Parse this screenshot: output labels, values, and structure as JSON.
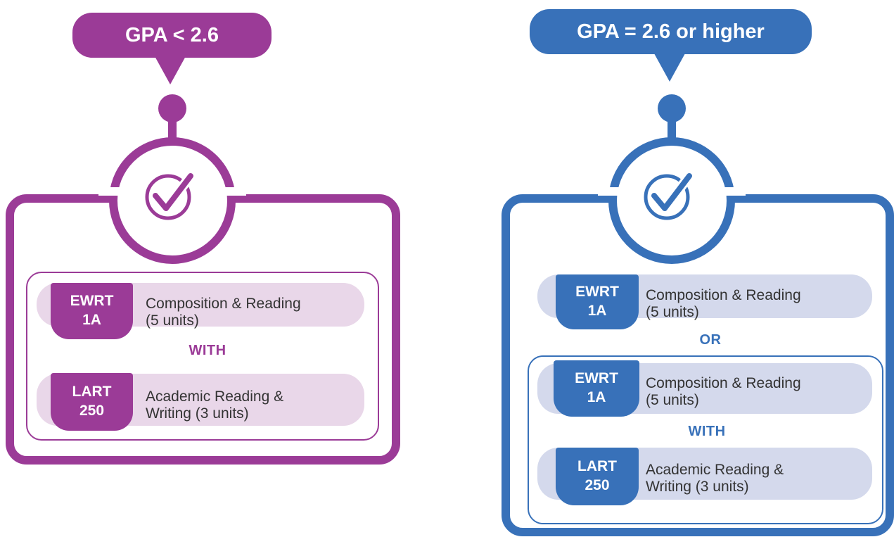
{
  "colors": {
    "purple": "#9B3B97",
    "blue": "#3871B9",
    "purple_light": "#E9D7E9",
    "blue_light": "#D4D9EC"
  },
  "left": {
    "label": "GPA < 2.6",
    "icon": "check-circle-icon",
    "courses": [
      {
        "code_line1": "EWRT",
        "code_line2": "1A",
        "desc_line1": "Composition & Reading",
        "desc_line2": "(5 units)"
      },
      {
        "code_line1": "LART",
        "code_line2": "250",
        "desc_line1": "Academic Reading &",
        "desc_line2": "Writing (3 units)"
      }
    ],
    "connector": "WITH"
  },
  "right": {
    "label": "GPA = 2.6 or higher",
    "icon": "check-circle-icon",
    "courses": [
      {
        "code_line1": "EWRT",
        "code_line2": "1A",
        "desc_line1": "Composition & Reading",
        "desc_line2": "(5 units)"
      },
      {
        "code_line1": "EWRT",
        "code_line2": "1A",
        "desc_line1": "Composition & Reading",
        "desc_line2": "(5 units)"
      },
      {
        "code_line1": "LART",
        "code_line2": "250",
        "desc_line1": "Academic Reading &",
        "desc_line2": "Writing (3 units)"
      }
    ],
    "connector_or": "OR",
    "connector_with": "WITH"
  }
}
